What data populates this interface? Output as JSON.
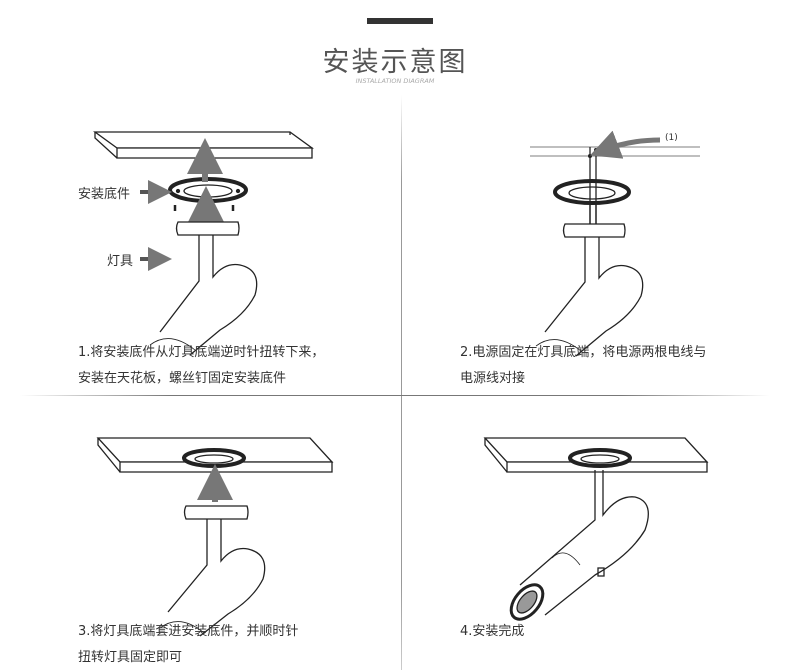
{
  "header": {
    "title": "安装示意图",
    "subtitle": "INSTALLATION DIAGRAM"
  },
  "steps": [
    {
      "line1": "1.将安装底件从灯具底端逆时针扭转下来，",
      "line2": "安装在天花板，螺丝钉固定安装底件",
      "labels": {
        "base": "安装底件",
        "lamp": "灯具"
      }
    },
    {
      "line1": "2.电源固定在灯具底端，将电源两根电线与",
      "line2": "电源线对接",
      "marker": "(1)"
    },
    {
      "line1": "3.将灯具底端套进安装底件，并顺时针",
      "line2": "扭转灯具固定即可"
    },
    {
      "line1": "4.安装完成"
    }
  ]
}
